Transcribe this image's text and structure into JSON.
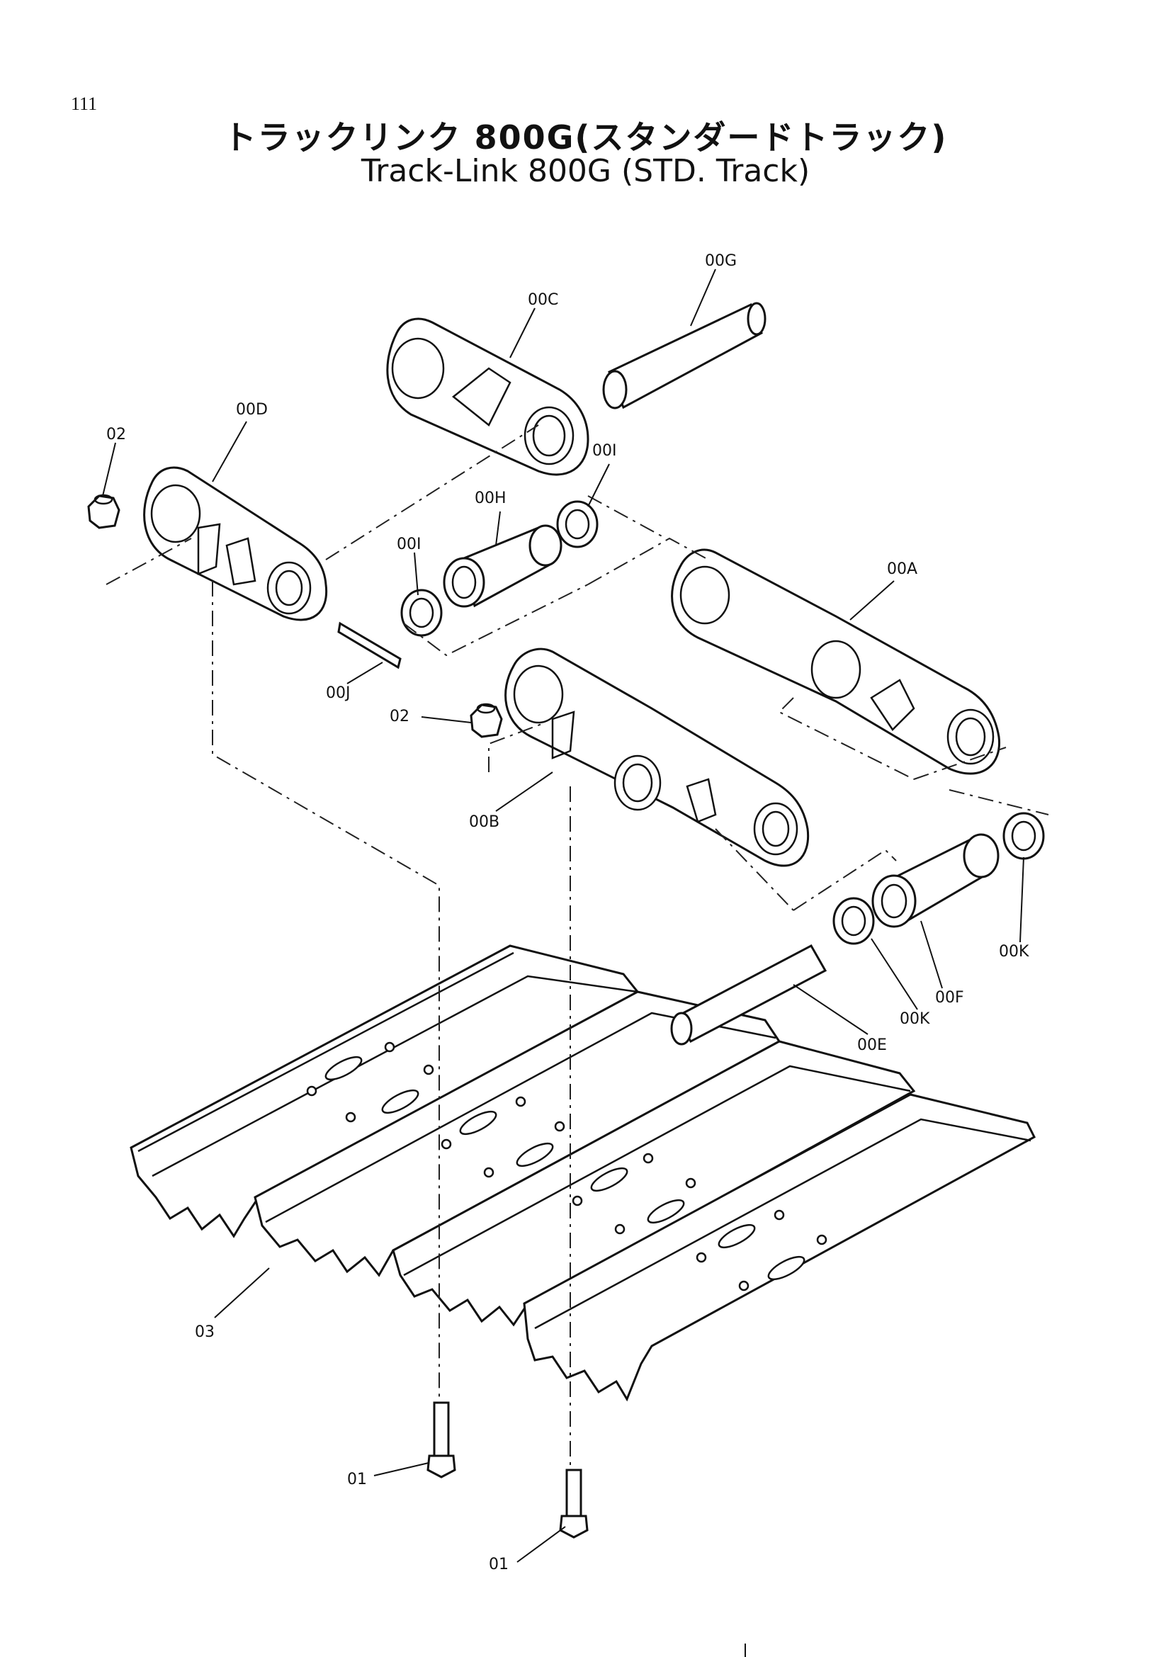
{
  "page_number": "111",
  "title_jp": "トラックリンク 800G(スタンダードトラック)",
  "title_en": "Track-Link 800G (STD. Track)",
  "callouts": {
    "c00G": "00G",
    "c00C": "00C",
    "c00D": "00D",
    "c02a": "02",
    "c00I_right": "00I",
    "c00H": "00H",
    "c00I_left": "00I",
    "c00A": "00A",
    "c00J": "00J",
    "c02b": "02",
    "c00B": "00B",
    "c00K_right": "00K",
    "c00F": "00F",
    "c00K_left": "00K",
    "c00E": "00E",
    "c03": "03",
    "c01a": "01",
    "c01b": "01"
  }
}
